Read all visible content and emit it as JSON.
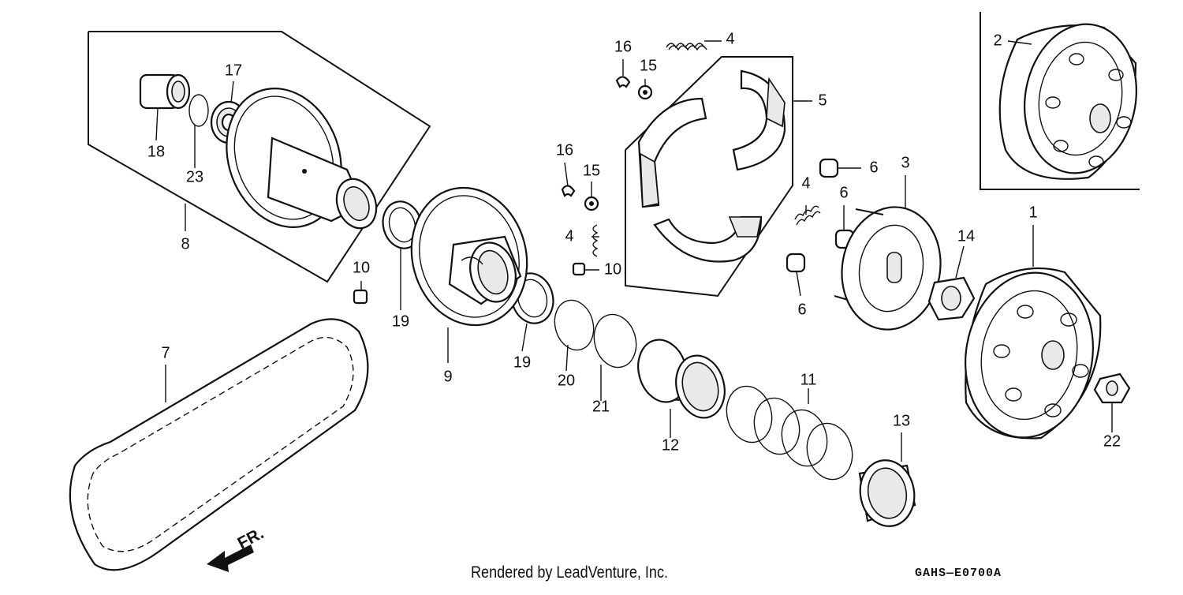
{
  "callouts": {
    "c1": "1",
    "c2": "2",
    "c3": "3",
    "c4a": "4",
    "c4b": "4",
    "c4c": "4",
    "c5": "5",
    "c6a": "6",
    "c6b": "6",
    "c6c": "6",
    "c7": "7",
    "c8": "8",
    "c9": "9",
    "c10a": "10",
    "c10b": "10",
    "c11": "11",
    "c12": "12",
    "c13": "13",
    "c14": "14",
    "c15a": "15",
    "c15b": "15",
    "c16a": "16",
    "c16b": "16",
    "c17": "17",
    "c18": "18",
    "c19a": "19",
    "c19b": "19",
    "c20": "20",
    "c21": "21",
    "c22": "22",
    "c23": "23"
  },
  "direction_label": "FR.",
  "footer": {
    "credit": "Rendered by LeadVenture, Inc.",
    "diagram_code": "GAHS—E0700A"
  }
}
